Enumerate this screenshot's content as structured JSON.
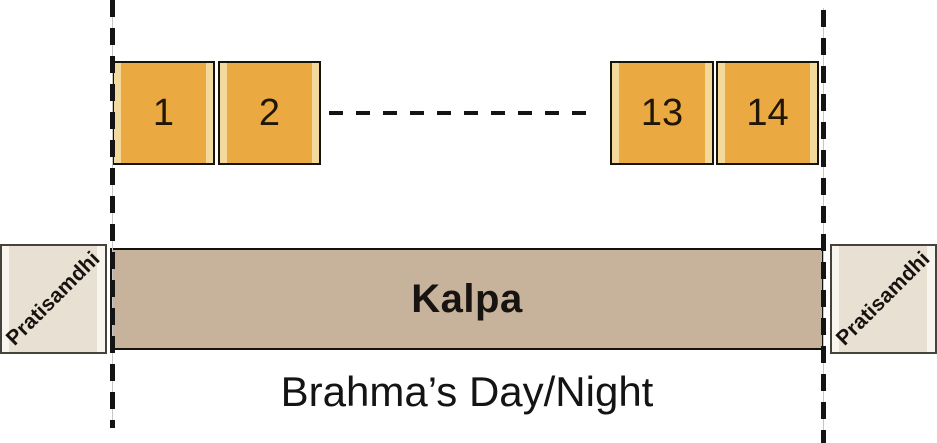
{
  "diagram": {
    "bar": {
      "label": "Kalpa"
    },
    "subtitle": {
      "label": "Brahma’s Day/Night"
    },
    "cycles": [
      {
        "label": "1"
      },
      {
        "label": "2"
      },
      {
        "label": "13"
      },
      {
        "label": "14"
      }
    ],
    "left_junction": {
      "label": "Pratisamdhi"
    },
    "right_junction": {
      "label": "Pratisamdhi"
    },
    "colors": {
      "cycle_fill": "#ebaa41",
      "cycle_strip": "#f4d99c",
      "kalpa_fill": "#c7b29b",
      "pratisamdhi_fill": "#e9e0d4",
      "pratisamdhi_strip": "#f8f5ef",
      "line": "#141414"
    }
  }
}
